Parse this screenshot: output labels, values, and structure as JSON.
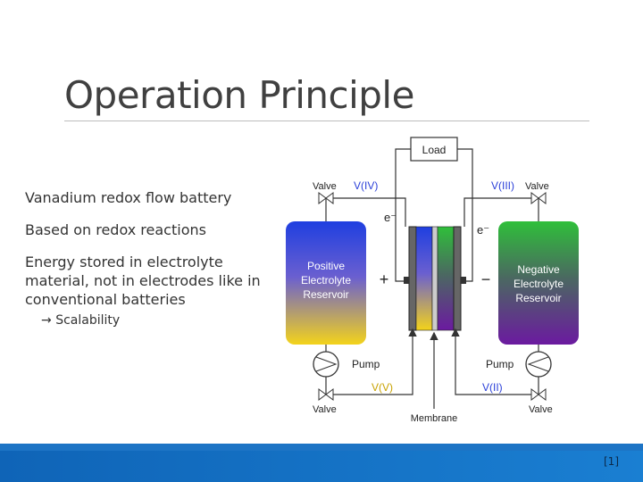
{
  "slide": {
    "title": "Operation Principle",
    "bullets": {
      "b1": "Vanadium redox flow battery",
      "b2": "Based on redox reactions",
      "b3": " Energy stored in electrolyte material, not in electrodes like in conventional batteries",
      "b4_arrow": "→",
      "b4": "Scalability"
    },
    "citation": "[1]"
  },
  "diagram": {
    "load": "Load",
    "valve_tl": "Valve",
    "valve_tr": "Valve",
    "valve_bl": "Valve",
    "valve_br": "Valve",
    "v_iv": "V(IV)",
    "v_iii": "V(III)",
    "v_v": "V(V)",
    "v_ii": "V(II)",
    "e_left": "e⁻",
    "e_right": "e⁻",
    "plus": "+",
    "minus": "−",
    "pos_res": [
      "Positive",
      "Electrolyte",
      "Reservoir"
    ],
    "neg_res": [
      "Negative",
      "Electrolyte",
      "Reservoir"
    ],
    "pump_left": "Pump",
    "pump_right": "Pump",
    "membrane": "Membrane",
    "colors": {
      "positive_top": "#1f3fe0",
      "positive_bottom": "#f3d31b",
      "negative_top": "#2fbf3a",
      "negative_bottom": "#6b1aa0",
      "label_blue": "#2a3fd8",
      "label_yellow": "#c8a200",
      "footer": "#1570c4"
    }
  }
}
